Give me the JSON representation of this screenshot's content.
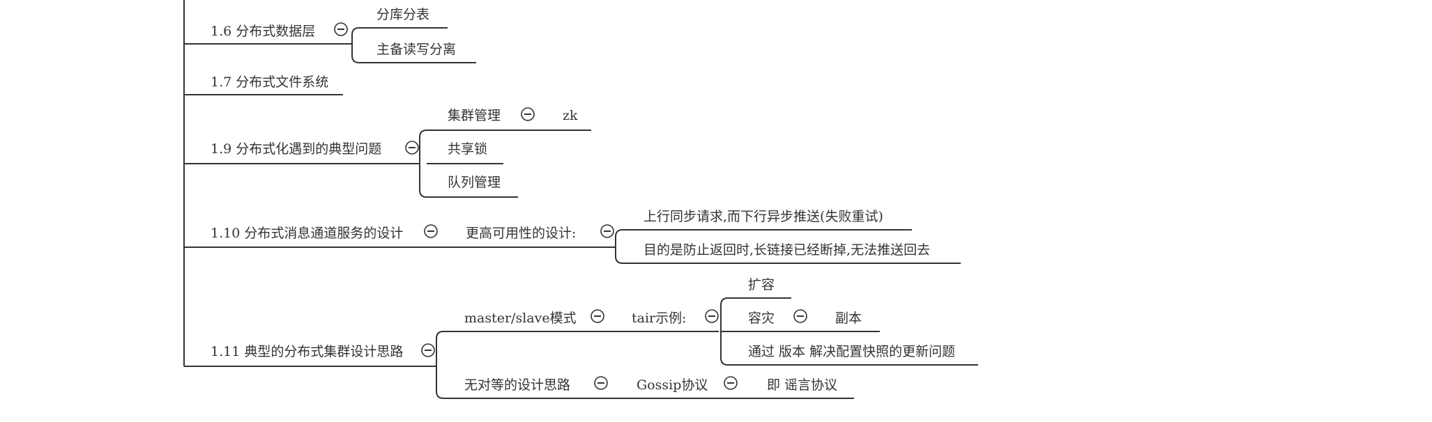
{
  "nodes": {
    "n16": "1.6 分布式数据层",
    "n16_a": "分库分表",
    "n16_b": "主备读写分离",
    "n17": "1.7 分布式文件系统",
    "n19": "1.9 分布式化遇到的典型问题",
    "n19_a": "集群管理",
    "n19_a1": "zk",
    "n19_b": "共享锁",
    "n19_c": "队列管理",
    "n110": "1.10 分布式消息通道服务的设计",
    "n110_a": "更高可用性的设计:",
    "n110_a1": "上行同步请求,而下行异步推送(失败重试)",
    "n110_a2": "目的是防止返回时,长链接已经断掉,无法推送回去",
    "n111": "1.11 典型的分布式集群设计思路",
    "n111_a": "master/slave模式",
    "n111_a1": "tair示例:",
    "n111_a1x": "扩容",
    "n111_a1y": "容灾",
    "n111_a1y1": "副本",
    "n111_a1z": "通过 版本 解决配置快照的更新问题",
    "n111_b": "无对等的设计思路",
    "n111_b1": "Gossip协议",
    "n111_b1a": "即 谣言协议"
  },
  "collapse_icon": "minus-circle-icon"
}
